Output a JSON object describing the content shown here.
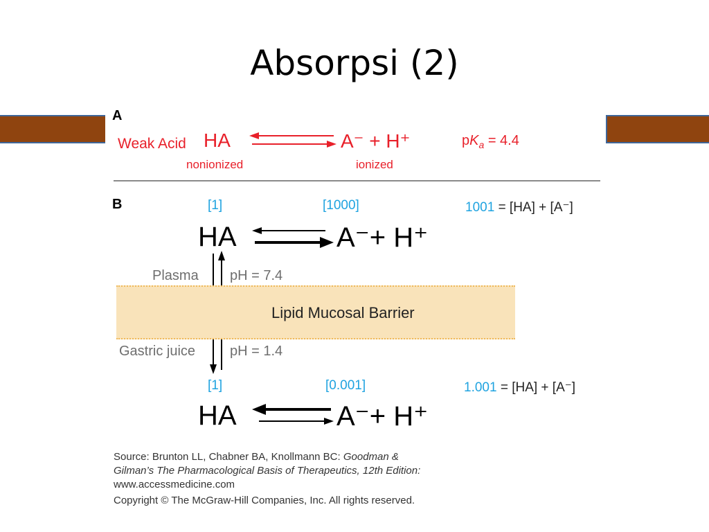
{
  "slide": {
    "title": "Absorpsi (2)"
  },
  "colors": {
    "band": "#8f440f",
    "band_border": "#3f6699",
    "red": "#e8202a",
    "blue": "#1fa3e0",
    "barrier": "#f9e3ba"
  },
  "panel_a": {
    "letter": "A",
    "label": "Weak Acid",
    "ha": "HA",
    "products": "A⁻ + H⁺",
    "pka_p": "p",
    "pka_k": "K",
    "pka_a": "a",
    "pka_rest": " = 4.4",
    "nonionized": "nonionized",
    "ionized": "ionized"
  },
  "panel_b": {
    "letter": "B",
    "top": {
      "ha_conc": "[1]",
      "a_conc": "[1000]",
      "total": "1001",
      "total_expr": "= [HA] + [A⁻]",
      "ha": "HA",
      "a": "A⁻",
      "plus_h": "+ H⁺"
    },
    "plasma": {
      "label": "Plasma",
      "ph": "pH = 7.4"
    },
    "barrier": "Lipid Mucosal Barrier",
    "gastric": {
      "label": "Gastric juice",
      "ph": "pH = 1.4"
    },
    "bottom": {
      "ha_conc": "[1]",
      "a_conc": "[0.001]",
      "total": "1.001",
      "total_expr": "= [HA] + [A⁻]",
      "ha": "HA",
      "a": "A⁻",
      "plus_h": "+ H⁺"
    }
  },
  "source": {
    "prefix": "Source: Brunton LL, Chabner BA, Knollmann BC: ",
    "italic1": "Goodman &",
    "italic2": "Gilman’s The Pharmacological Basis of Therapeutics, 12th Edition:",
    "url": "www.accessmedicine.com",
    "copyright": "Copyright © The McGraw-Hill Companies, Inc. All rights reserved."
  }
}
